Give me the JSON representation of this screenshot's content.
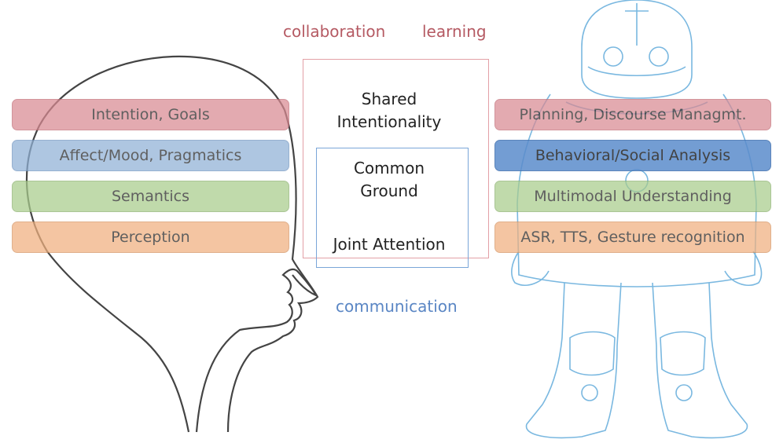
{
  "top_labels": {
    "collaboration": "collaboration",
    "learning": "learning"
  },
  "bottom_label": "communication",
  "center": {
    "outer": "Shared Intentionality",
    "outer_line1": "Shared",
    "outer_line2": "Intentionality",
    "inner_line1": "Common",
    "inner_line2": "Ground",
    "joint": "Joint Attention"
  },
  "human_layers": [
    {
      "label": "Intention, Goals",
      "color": "#d98a92"
    },
    {
      "label": "Affect/Mood, Pragmatics",
      "color": "#8fb1d6"
    },
    {
      "label": "Semantics",
      "color": "#a9cc8c"
    },
    {
      "label": "Perception",
      "color": "#f0b07f"
    }
  ],
  "robot_layers": [
    {
      "label": "Planning, Discourse Managmt.",
      "color": "#d98a92"
    },
    {
      "label": "Behavioral/Social Analysis",
      "color": "#5b8ccc"
    },
    {
      "label": "Multimodal Understanding",
      "color": "#a9cc8c"
    },
    {
      "label": "ASR, TTS, Gesture recognition",
      "color": "#f0b07f"
    }
  ],
  "icons": {
    "head": "human-head-silhouette",
    "robot": "humanoid-robot-outline"
  },
  "colors": {
    "collaboration_box": "#e3a0a6",
    "communication_box": "#7aa6d8",
    "robot_line": "#7ab8e0"
  }
}
